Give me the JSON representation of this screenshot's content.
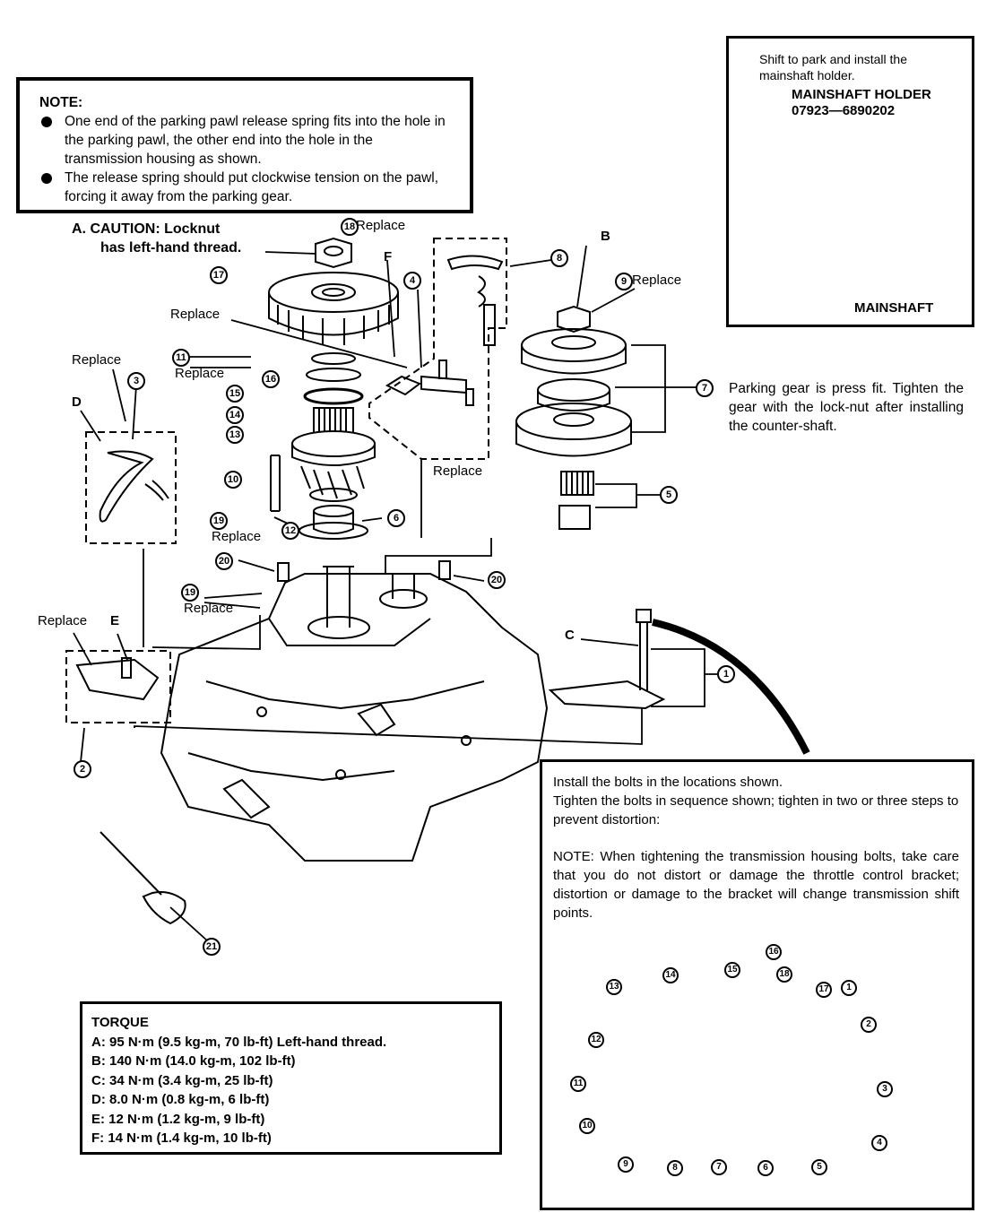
{
  "note": {
    "title": "NOTE:",
    "bullets": [
      "One end of the parking pawl release spring fits into the hole in the parking pawl, the other end into the hole in the transmission housing as shown.",
      "The release spring should put clockwise tension on the pawl, forcing it away from the parking gear."
    ]
  },
  "holder": {
    "instruction": "Shift to park and install the mainshaft holder.",
    "tool_name": "MAINSHAFT HOLDER",
    "tool_number": "07923—6890202",
    "mainshaft_label": "MAINSHAFT"
  },
  "caution": {
    "line1": "A. CAUTION: Locknut",
    "line2": "has left-hand thread."
  },
  "parking_gear_note": "Parking gear is press fit. Tighten the gear with the lock-nut after installing the counter-shaft.",
  "labels": {
    "replace": "Replace",
    "a": "A",
    "b": "B",
    "c": "C",
    "d": "D",
    "e": "E",
    "f": "F"
  },
  "callouts": [
    "1",
    "2",
    "3",
    "4",
    "5",
    "6",
    "7",
    "8",
    "9",
    "10",
    "11",
    "12",
    "13",
    "14",
    "15",
    "16",
    "17",
    "18",
    "19",
    "20",
    "21"
  ],
  "bolts_box": {
    "line1": "Install the bolts in the locations shown.",
    "line2": "Tighten the bolts in sequence shown; tighten in two or three steps to prevent distortion:",
    "note": "NOTE: When tightening the transmission housing bolts, take care that you do not distort or damage the throttle control bracket; distortion or damage to the bracket will change transmission shift points.",
    "sequence": [
      "1",
      "2",
      "3",
      "4",
      "5",
      "6",
      "7",
      "8",
      "9",
      "10",
      "11",
      "12",
      "13",
      "14",
      "15",
      "16",
      "17",
      "18"
    ]
  },
  "torque": {
    "title": "TORQUE",
    "rows": [
      "A:  95 N·m (9.5 kg-m, 70 lb-ft) Left-hand thread.",
      "B: 140 N·m (14.0 kg-m, 102 lb-ft)",
      "C:  34 N·m (3.4 kg-m, 25 lb-ft)",
      "D:  8.0 N·m (0.8 kg-m, 6 lb-ft)",
      "E: 12 N·m (1.2 kg-m, 9 lb-ft)",
      "F:  14 N·m (1.4 kg-m, 10 lb-ft)"
    ]
  }
}
